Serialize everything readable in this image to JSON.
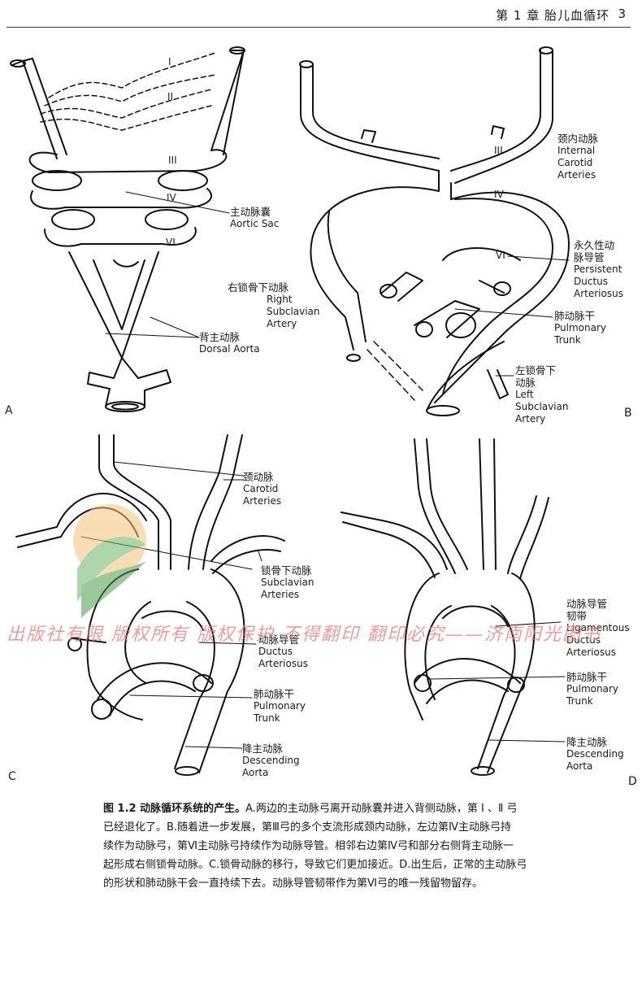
{
  "header": {
    "chapter": "第 1 章   胎儿血循环",
    "page": "3"
  },
  "panels": {
    "a": "A",
    "b": "B",
    "c": "C",
    "d": "D"
  },
  "arches": {
    "i": "I",
    "ii": "II",
    "iii": "III",
    "iv": "IV",
    "vi": "VI",
    "b_iii": "III",
    "b_iv": "IV",
    "b_vi": "VI"
  },
  "labels": {
    "aortic_sac": {
      "cn": "主动脉囊",
      "en": "Aortic Sac"
    },
    "dorsal_aorta": {
      "cn": "背主动脉",
      "en": "Dorsal Aorta"
    },
    "internal_carotid": {
      "cn": "颈内动脉",
      "en1": "Internal",
      "en2": "Carotid",
      "en3": "Arteries"
    },
    "persistent_ductus": {
      "cn1": "永久性动",
      "cn2": "脉导管",
      "en1": "Persistent",
      "en2": "Ductus",
      "en3": "Arteriosus"
    },
    "right_subclavian": {
      "cn": "右锁骨下动脉",
      "en1": "Right",
      "en2": "Subclavian",
      "en3": "Artery"
    },
    "pulmonary_trunk_b": {
      "cn": "肺动脉干",
      "en1": "Pulmonary",
      "en2": "Trunk"
    },
    "left_subclavian": {
      "cn1": "左锁骨下",
      "cn2": "动脉",
      "en1": "Left",
      "en2": "Subclavian",
      "en3": "Artery"
    },
    "carotid": {
      "cn": "颈动脉",
      "en1": "Carotid",
      "en2": "Arteries"
    },
    "subclavian": {
      "cn": "锁骨下动脉",
      "en1": "Subclavian",
      "en2": "Arteries"
    },
    "ductus_c": {
      "cn": "动脉导管",
      "en1": "Ductus",
      "en2": "Arteriosus"
    },
    "pulmonary_trunk_c": {
      "cn": "肺动脉干",
      "en1": "Pulmonary",
      "en2": "Trunk"
    },
    "descending_c": {
      "cn": "降主动脉",
      "en1": "Descending",
      "en2": "Aorta"
    },
    "ligamentum": {
      "cn1": "动脉导管",
      "cn2": "韧带",
      "en1": "Ligamentous",
      "en2": "Ductus",
      "en3": "Arteriosus"
    },
    "pulmonary_trunk_d": {
      "cn": "肺动脉干",
      "en1": "Pulmonary",
      "en2": "Trunk"
    },
    "descending_d": {
      "cn": "降主动脉",
      "en1": "Descending",
      "en2": "Aorta"
    }
  },
  "watermark": "出版社有限 版权所有 版权保护 不得翻印 翻印必究——济南阳光图书",
  "caption": {
    "title": "图 1.2   动脉循环系统的产生。",
    "line1": "A.两边的主动脉弓离开动脉囊并进入背侧动脉，第 Ⅰ 、Ⅱ 弓",
    "line2": "已经退化了。B.随着进一步发展，第Ⅲ弓的多个支流形成颈内动脉，左边第Ⅳ主动脉弓持",
    "line3": "续作为动脉弓，第Ⅵ主动脉弓持续作为动脉导管。相邻右边第Ⅳ弓和部分右侧背主动脉一",
    "line4": "起形成右侧锁骨动脉。C.锁骨动脉的移行，导致它们更加接近。D.出生后，正常的主动脉弓",
    "line5": "的形状和肺动脉干会一直持续下去。动脉导管韧带作为第Ⅵ弓的唯一残留物留存。"
  }
}
